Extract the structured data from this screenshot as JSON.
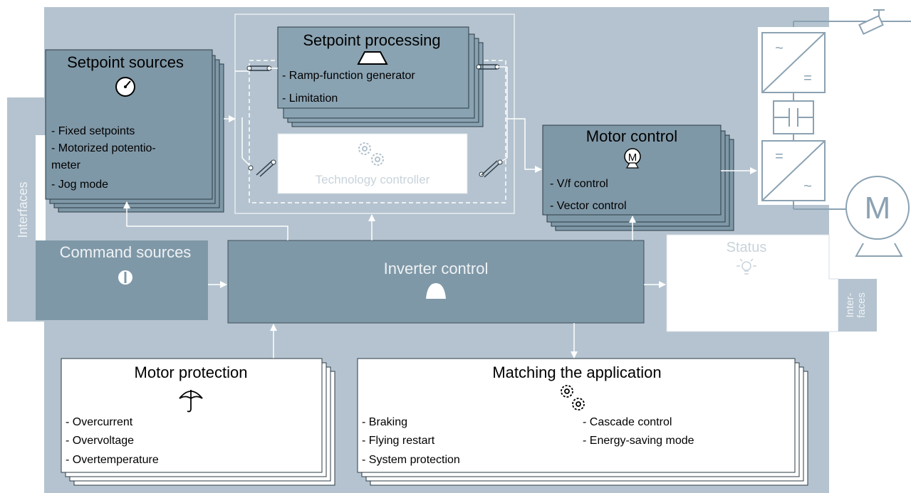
{
  "setpoint_sources": {
    "title": "Setpoint sources",
    "items": [
      "- Fixed setpoints",
      "- Motorized potentio-",
      "meter",
      "- Jog mode"
    ]
  },
  "setpoint_processing": {
    "title": "Setpoint processing",
    "items": [
      "- Ramp-function generator",
      "- Limitation"
    ]
  },
  "technology_controller": {
    "label": "Technology controller"
  },
  "motor_control": {
    "title": "Motor control",
    "symbol": "M",
    "items": [
      "- V/f control",
      "- Vector control"
    ]
  },
  "interfaces_left": {
    "label": "Interfaces"
  },
  "command_sources": {
    "title": "Command sources"
  },
  "inverter_control": {
    "title": "Inverter control"
  },
  "status": {
    "title": "Status"
  },
  "interfaces_right": {
    "line1": "Inter-",
    "line2": "faces"
  },
  "motor_protection": {
    "title": "Motor protection",
    "items": [
      "- Overcurrent",
      "- Overvoltage",
      "- Overtemperature"
    ]
  },
  "matching_application": {
    "title": "Matching the application",
    "items_left": [
      "- Braking",
      "- Flying restart",
      "- System protection"
    ],
    "items_right": [
      "- Cascade control",
      "- Energy-saving mode"
    ]
  },
  "power_unit": {
    "ac_symbol": "~",
    "dc_symbol": "=",
    "motor_symbol": "M"
  },
  "colors": {
    "background_panel": "#b4c3cf",
    "module_fill": "#7f98a7",
    "module_fill_light": "#8aa3b2",
    "arrow": "#ffffff",
    "light_text": "#c8d3db",
    "power_stroke": "#8ba2b2"
  }
}
